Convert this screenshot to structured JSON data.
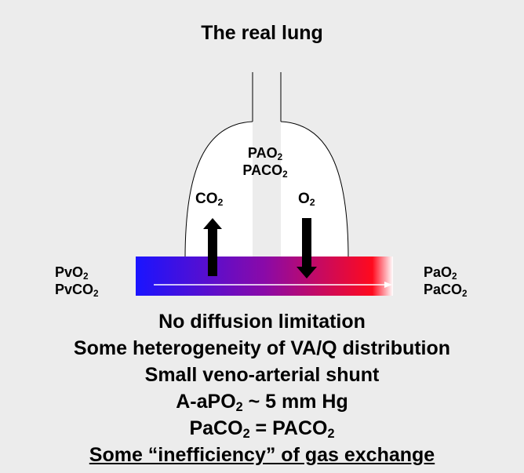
{
  "title": "The real lung",
  "alveolar_labels": {
    "line1": "PAO",
    "line1_sub": "2",
    "line2": "PACO",
    "line2_sub": "2"
  },
  "gas_labels": {
    "co2": "CO",
    "co2_sub": "2",
    "o2": "O",
    "o2_sub": "2"
  },
  "venous_labels": {
    "line1": "PvO",
    "line1_sub": "2",
    "line2": "PvCO",
    "line2_sub": "2"
  },
  "arterial_labels": {
    "line1": "PaO",
    "line1_sub": "2",
    "line2": "PaCO",
    "line2_sub": "2"
  },
  "statements": {
    "s1": "No diffusion limitation",
    "s2": "Some heterogeneity of VA/Q distribution",
    "s3": "Small veno-arterial shunt",
    "s4_a": "A-aPO",
    "s4_sub": "2",
    "s4_b": " ~ 5 mm Hg",
    "s5_a": "PaCO",
    "s5_sub1": "2",
    "s5_b": " = PACO",
    "s5_sub2": "2",
    "s6": "Some “inefficiency” of gas exchange"
  },
  "colors": {
    "background": "#ececec",
    "venous_blood": "#1a14ff",
    "mixed_blood": "#8a0aa8",
    "arterial_blood": "#ff0a1e",
    "alveolus_fill": "#ffffff",
    "arrow": "#000000"
  }
}
